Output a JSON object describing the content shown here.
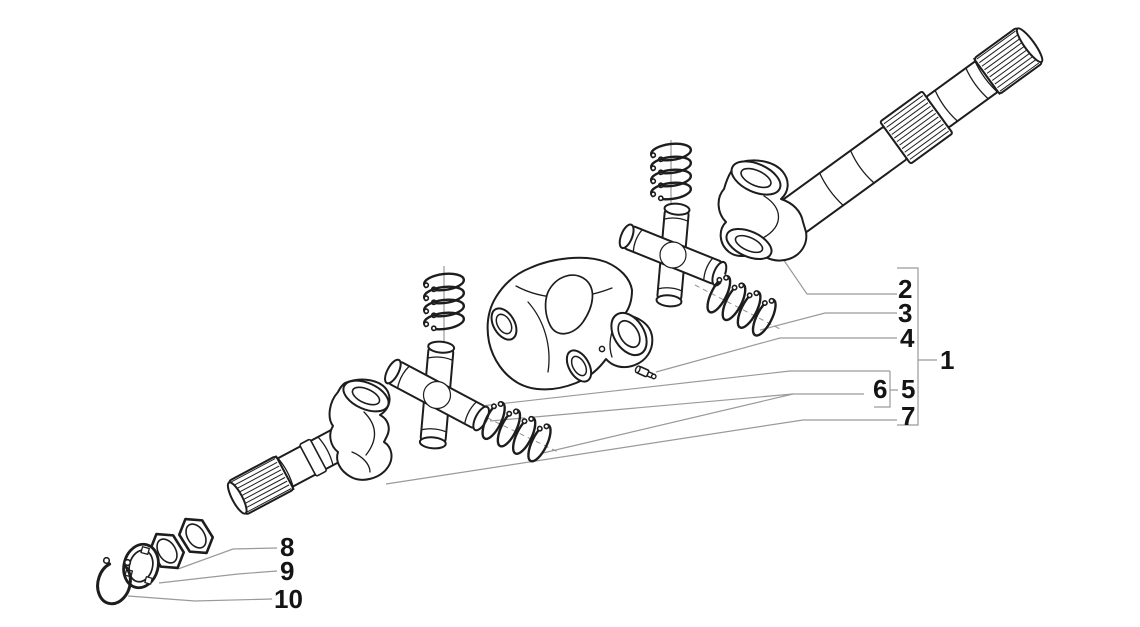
{
  "figure": {
    "type": "exploded-parts-diagram",
    "subject": "Front axle articulated shaft with universal joints",
    "background_color": "#ffffff",
    "part_line_color": "#1d1d1d",
    "leader_line_color": "#9a9a9a",
    "label_color": "#141414"
  },
  "callouts": {
    "c1": {
      "number": "1",
      "part": "articulated-shaft-assembly"
    },
    "c2": {
      "number": "2",
      "part": "outer-axle-shaft-with-yoke"
    },
    "c3": {
      "number": "3",
      "part": "upper-joint-snap-ring-set"
    },
    "c4": {
      "number": "4",
      "part": "lubrication-fitting"
    },
    "c5": {
      "number": "5",
      "part": "lower-joint-snap-ring-set"
    },
    "c6": {
      "number": "6",
      "part": "snap-ring-kit"
    },
    "c7": {
      "number": "7",
      "part": "inner-stub-shaft-with-yoke"
    },
    "c8": {
      "number": "8",
      "part": "thrust-washers"
    },
    "c9": {
      "number": "9",
      "part": "slotted-washer"
    },
    "c10": {
      "number": "10",
      "part": "retaining-snap-ring"
    }
  }
}
